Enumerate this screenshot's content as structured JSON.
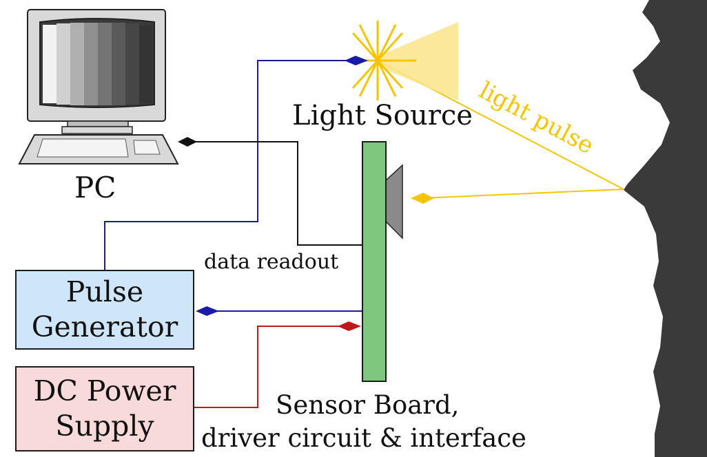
{
  "labels": {
    "pc": "PC",
    "light_source": "Light Source",
    "light_pulse": "light pulse",
    "data_readout": "data readout",
    "sensor_line1": "Sensor Board,",
    "sensor_line2": "driver circuit & interface"
  },
  "boxes": {
    "pulse_generator": {
      "line1": "Pulse",
      "line2": "Generator"
    },
    "dc_power_supply": {
      "line1": "DC Power",
      "line2": "Supply"
    }
  },
  "colors": {
    "pulse_generator_fill": "#cfe6f8",
    "dc_power_supply_fill": "#f9dada",
    "sensor_board_fill": "#7fc77f",
    "light_yellow": "#f7c500",
    "beam_fill": "#fbe48a",
    "signal_blue": "#1a1aa8",
    "signal_red": "#c01818",
    "signal_black": "#111111",
    "target_dark": "#3a3a3a",
    "detector_gray": "#8a8a8a"
  }
}
